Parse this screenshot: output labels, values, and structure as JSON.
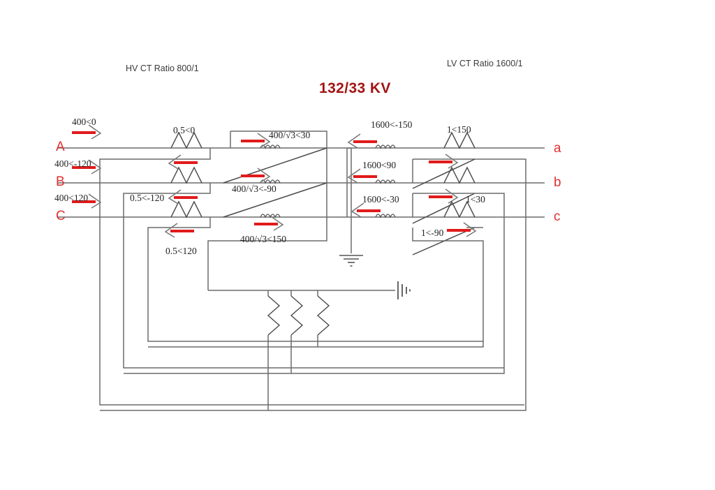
{
  "diagram": {
    "title": "132/33 KV",
    "title_color": "#a41313",
    "wire_color": "#6b6b6b",
    "arrow_color": "#e01b1b",
    "arrowhead_color": "#7a7a7a",
    "terminal_label_color": "#e03030",
    "notes": {
      "hv_ct_ratio": "HV CT Ratio 800/1",
      "lv_ct_ratio": "LV CT Ratio 1600/1"
    },
    "hv_terminals": [
      {
        "name": "A",
        "label": "A"
      },
      {
        "name": "B",
        "label": "B"
      },
      {
        "name": "C",
        "label": "C"
      }
    ],
    "lv_terminals": [
      {
        "name": "a",
        "label": "a"
      },
      {
        "name": "b",
        "label": "b"
      },
      {
        "name": "c",
        "label": "c"
      }
    ],
    "hv_line_currents": [
      {
        "phase": "A",
        "value": "400<0"
      },
      {
        "phase": "B",
        "value": "400<-120"
      },
      {
        "phase": "C",
        "value": "400<120"
      }
    ],
    "hv_ct_secondary_currents": [
      {
        "phase": "A",
        "value": "0.5<0"
      },
      {
        "phase": "B",
        "value": "0.5<-120"
      },
      {
        "phase": "C",
        "value": "0.5<120"
      }
    ],
    "hv_winding_currents": [
      {
        "phase": "A",
        "value": "400/√3<30"
      },
      {
        "phase": "B",
        "value": "400/√3<-90"
      },
      {
        "phase": "C",
        "value": "400/√3<150"
      }
    ],
    "lv_line_currents": [
      {
        "phase": "a",
        "value": "1600<-150"
      },
      {
        "phase": "b",
        "value": "1600<90"
      },
      {
        "phase": "c",
        "value": "1600<-30"
      }
    ],
    "lv_ct_secondary_currents": [
      {
        "phase": "a",
        "value": "1<150"
      },
      {
        "phase": "b",
        "value": "1<30"
      },
      {
        "phase": "c",
        "value": "1<-90"
      }
    ],
    "symbols": {
      "hv_ct_count": 3,
      "lv_ct_count": 3,
      "relay_coil_count": 3,
      "ground_count": 2,
      "hv_winding_type": "delta",
      "lv_winding_type": "star-grounded"
    }
  }
}
